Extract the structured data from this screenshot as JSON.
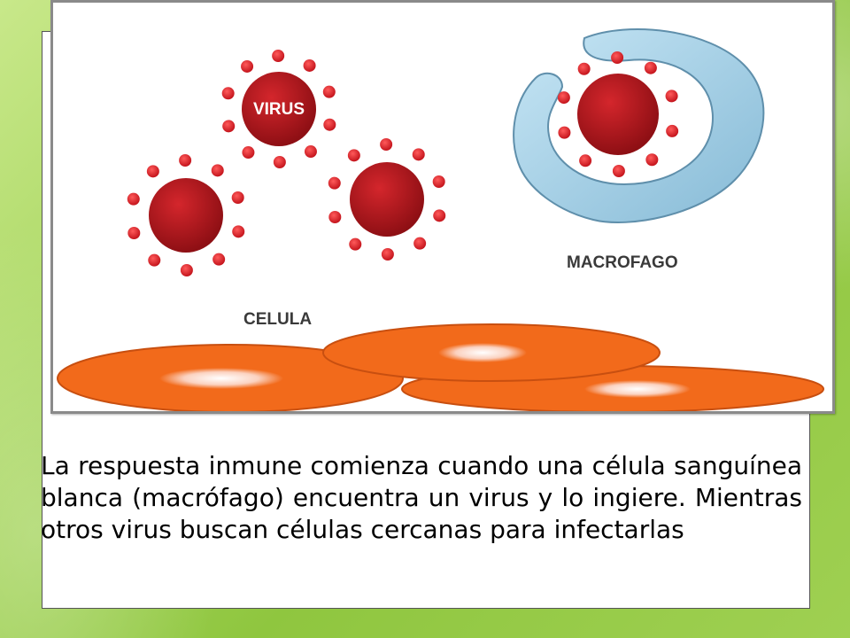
{
  "figure": {
    "virus_label": "VIRUS",
    "macrofago_label": "MACROFAGO",
    "celula_label": "CELULA"
  },
  "caption": {
    "text": "La respuesta inmune comienza cuando una célula sanguínea blanca (macrófago) encuentra un virus y lo ingiere. Mientras otros virus buscan células cercanas para infectarlas"
  },
  "colors": {
    "virus_body": "#b0141a",
    "virus_spike": "#d81f26",
    "macrophage": "#a9d3ea",
    "blood_cell": "#f26a1b",
    "background": "#9fd052"
  }
}
